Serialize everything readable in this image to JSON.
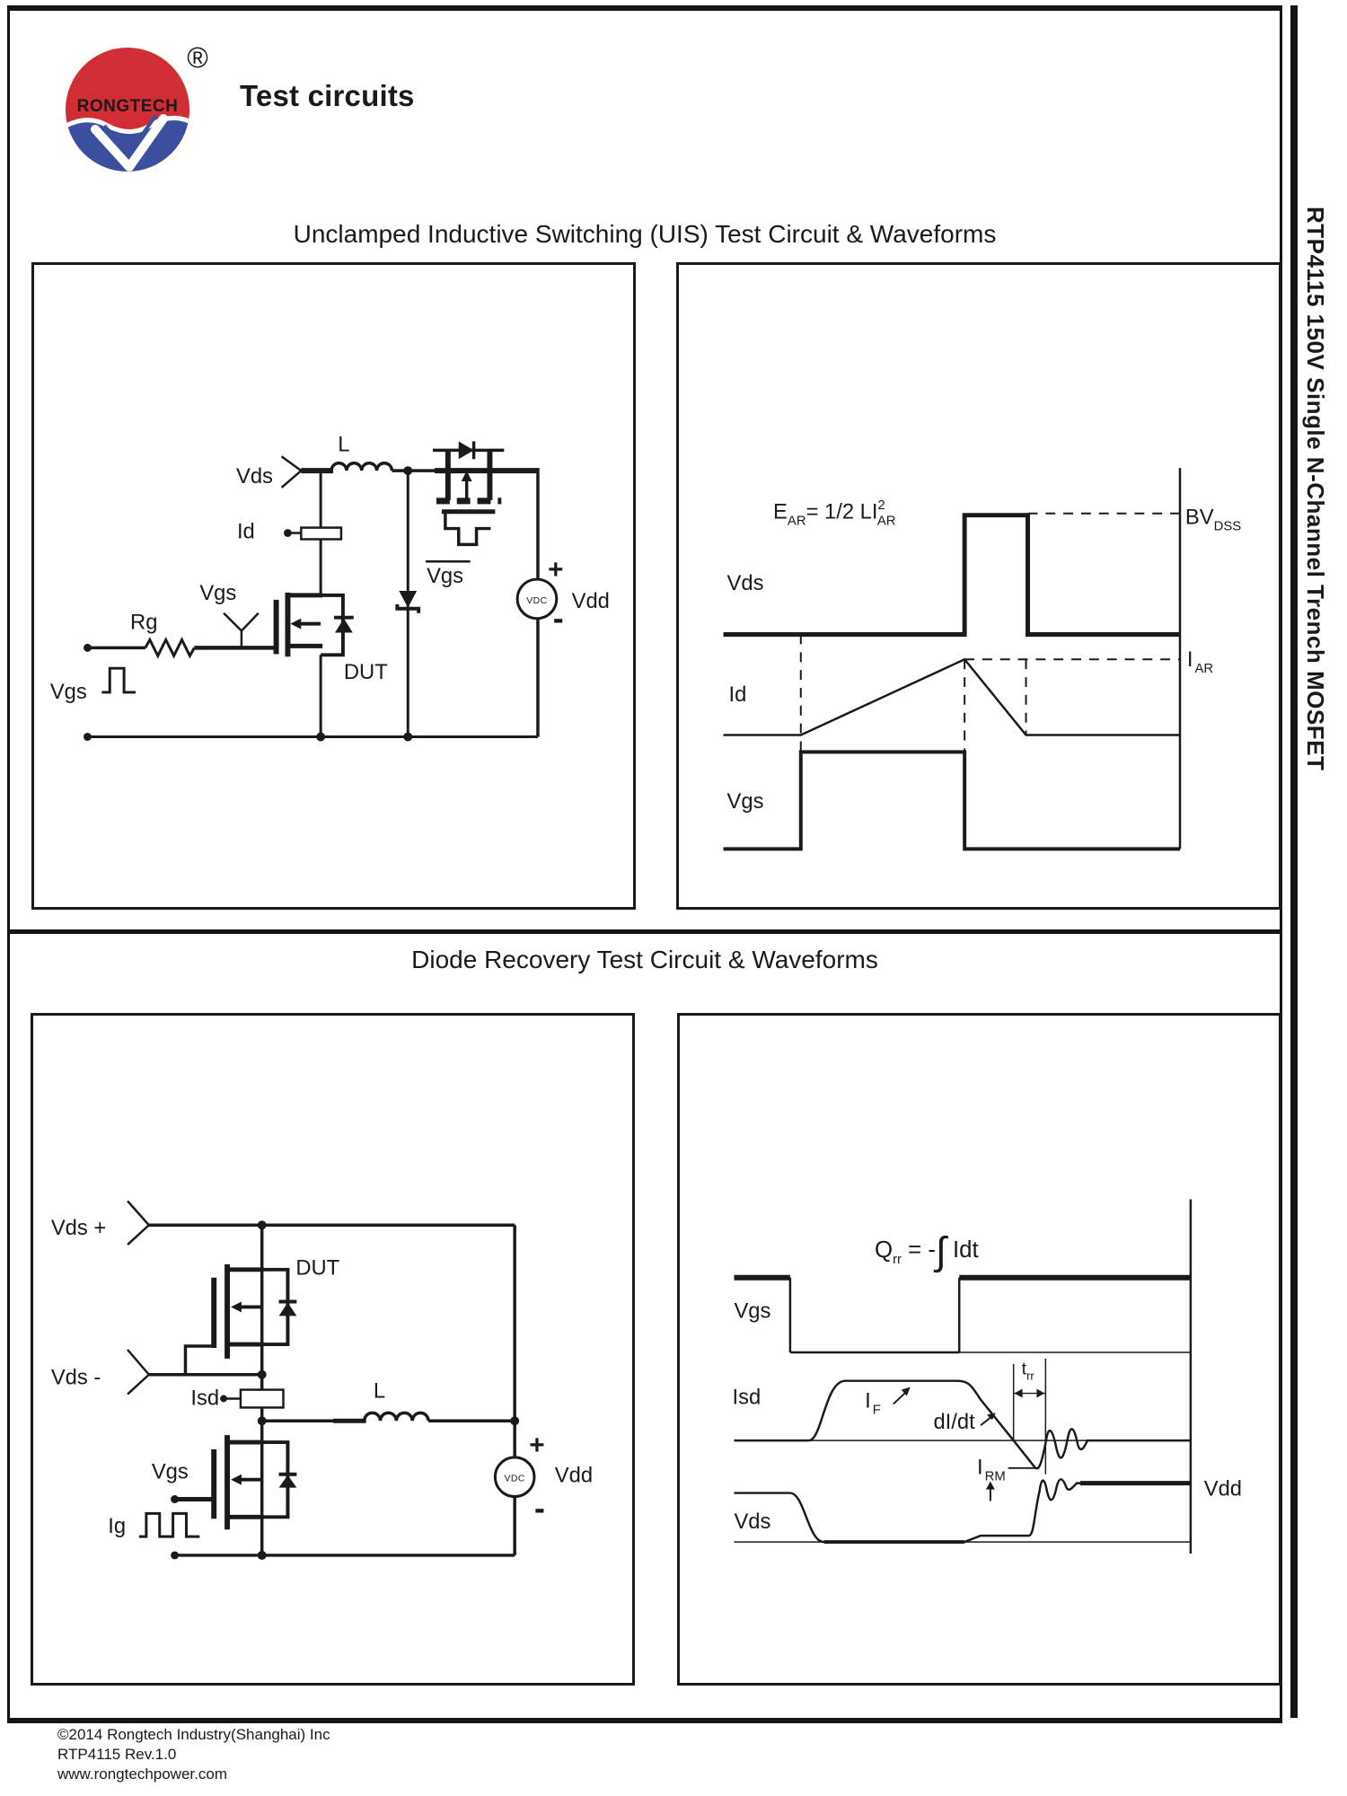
{
  "page": {
    "logo": {
      "text": "RONGTECH",
      "registered": "®"
    },
    "header_title": "Test circuits",
    "side_text": "RTP4115 150V Single N-Channel Trench MOSFET",
    "footer": {
      "copyright": "©2014 Rongtech Industry(Shanghai) Inc",
      "revision": "RTP4115 Rev.1.0",
      "website": "www.rongtechpower.com"
    }
  },
  "colors": {
    "logo_red": "#d12d35",
    "logo_blue": "#3c4f9e",
    "line": "#1a1a1a"
  },
  "uis": {
    "title": "Unclamped Inductive Switching (UIS) Test Circuit & Waveforms",
    "circuit": {
      "vds": "Vds",
      "l": "L",
      "id": "Id",
      "vgs": "Vgs",
      "rg": "Rg",
      "dut": "DUT",
      "vgs_bar": "Vgs",
      "vdc": "VDC",
      "plus": "+",
      "minus": "-",
      "vdd": "Vdd",
      "vgs_pulse": "Vgs"
    },
    "wave": {
      "e": "E",
      "e_sub": "AR",
      "e_rest": "= 1/2 LI",
      "e_sup": "2",
      "e_sub2": "AR",
      "vds": "Vds",
      "id": "Id",
      "vgs": "Vgs",
      "bv": "BV",
      "bv_sub": "DSS",
      "i": "I",
      "i_sub": "AR"
    }
  },
  "diode": {
    "title": "Diode Recovery Test Circuit & Waveforms",
    "circuit": {
      "vds_plus": "Vds +",
      "dut": "DUT",
      "vds_minus": "Vds -",
      "isd": "Isd",
      "l": "L",
      "vgs": "Vgs",
      "ig": "Ig",
      "vdc": "VDC",
      "plus": "+",
      "minus": "-",
      "vdd": "Vdd"
    },
    "wave": {
      "q": "Q",
      "q_sub": "rr",
      "q_eq": " = -",
      "q_int": "∫",
      "q_rest": " Idt",
      "vgs": "Vgs",
      "isd": "Isd",
      "i_f": "I",
      "i_f_sub": "F",
      "didt": "dI/dt",
      "t": "t",
      "t_sub": "rr",
      "i_rm": "I",
      "i_rm_sub": "RM",
      "vds": "Vds",
      "vdd": "Vdd"
    }
  }
}
